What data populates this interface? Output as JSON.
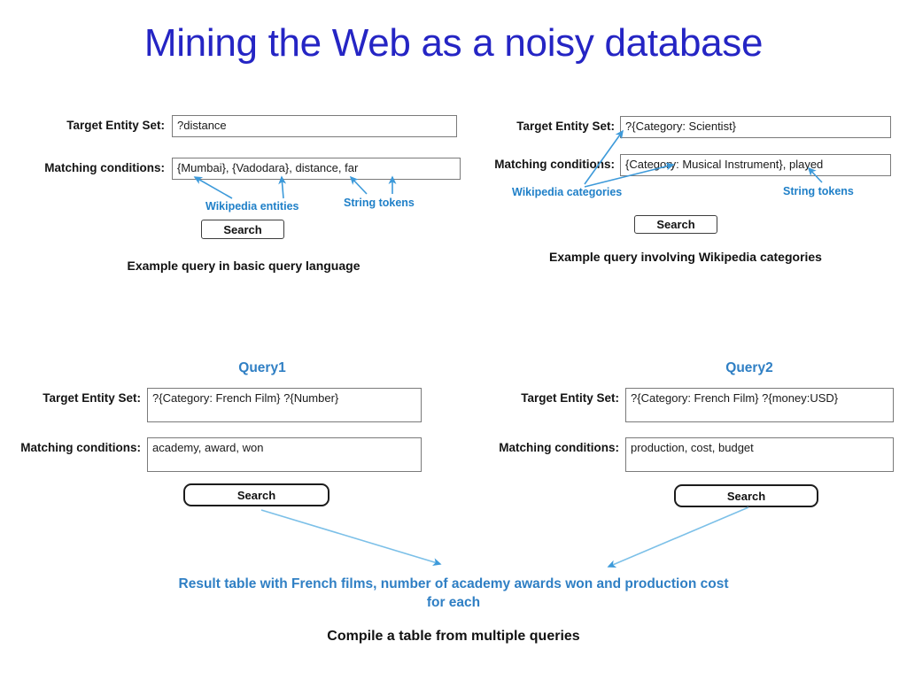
{
  "slide": {
    "title": "Mining the Web as a noisy database",
    "title_color": "#2525c4",
    "accent_blue": "#2080c8"
  },
  "labels": {
    "target_entity_set": "Target Entity Set:",
    "matching_conditions": "Matching conditions:",
    "search": "Search"
  },
  "panels": [
    {
      "id": "basic-query",
      "target_entity_set_value": "?distance",
      "matching_conditions_value": "{Mumbai}, {Vadodara}, distance, far",
      "search_label": "Search",
      "caption": "Example query in basic query language",
      "annotations": [
        {
          "text": "Wikipedia entities"
        },
        {
          "text": "String tokens"
        }
      ]
    },
    {
      "id": "wikipedia-category-query",
      "target_entity_set_value": "?{Category:  Scientist}",
      "matching_conditions_value": "{Category:  Musical Instrument}, played",
      "search_label": "Search",
      "caption": "Example query involving Wikipedia categories",
      "annotations": [
        {
          "text": "Wikipedia categories"
        },
        {
          "text": "String tokens"
        }
      ]
    },
    {
      "id": "query1",
      "heading": "Query1",
      "target_entity_set_value": "?{Category: French Film} ?{Number}",
      "matching_conditions_value": "academy, award, won",
      "search_label": "Search"
    },
    {
      "id": "query2",
      "heading": "Query2",
      "target_entity_set_value": "?{Category: French Film} ?{money:USD}",
      "matching_conditions_value": "production, cost, budget",
      "search_label": "Search"
    }
  ],
  "result": {
    "line1": "Result table with French films, number of academy awards won and production cost",
    "line2": "for each",
    "caption": "Compile a table from multiple queries"
  }
}
